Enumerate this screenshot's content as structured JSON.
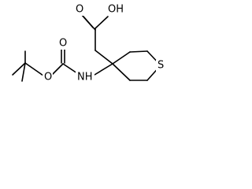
{
  "molecule": {
    "atom_labels": {
      "hydroxyl": "OH",
      "carbonyl_oxygen_acid": "O",
      "carbonyl_oxygen_carbamate": "O",
      "ester_oxygen": "O",
      "amine": "NH",
      "ring_sulfur": "S"
    },
    "colors": {
      "bond": "#000000",
      "label": "#000000",
      "background": "#ffffff"
    }
  }
}
